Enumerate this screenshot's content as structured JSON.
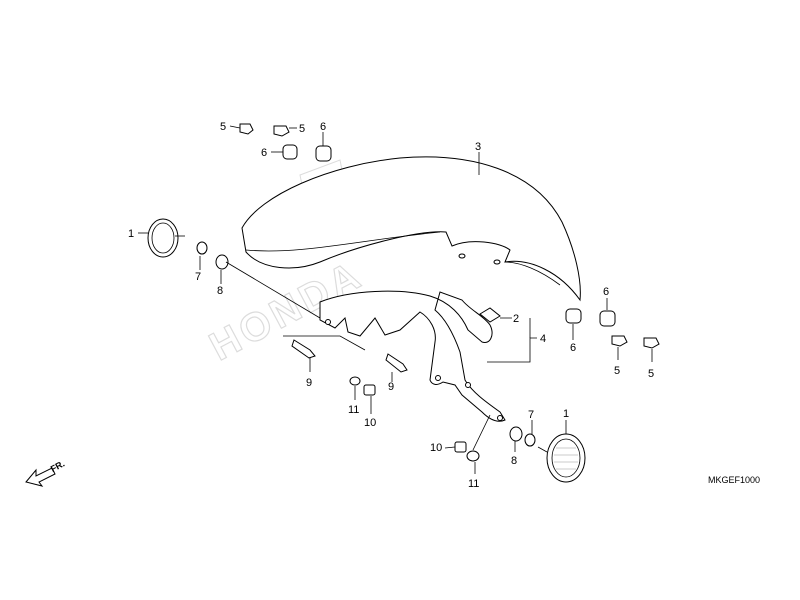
{
  "watermark": {
    "text": "HONDA"
  },
  "direction": {
    "label": "FR.",
    "icon": "front-direction-arrow-icon"
  },
  "diagram_code": "MKGEF1000",
  "callouts": {
    "c1_left": "1",
    "c1_right": "1",
    "c2": "2",
    "c3": "3",
    "c4": "4",
    "c5_top_a": "5",
    "c5_top_b": "5",
    "c5_right_a": "5",
    "c5_right_b": "5",
    "c6_top_a": "6",
    "c6_top_b": "6",
    "c6_right_a": "6",
    "c6_right_b": "6",
    "c7_left": "7",
    "c7_right": "7",
    "c8_left": "8",
    "c8_right": "8",
    "c9_a": "9",
    "c9_b": "9",
    "c10_a": "10",
    "c10_b": "10",
    "c11_a": "11",
    "c11_b": "11"
  }
}
